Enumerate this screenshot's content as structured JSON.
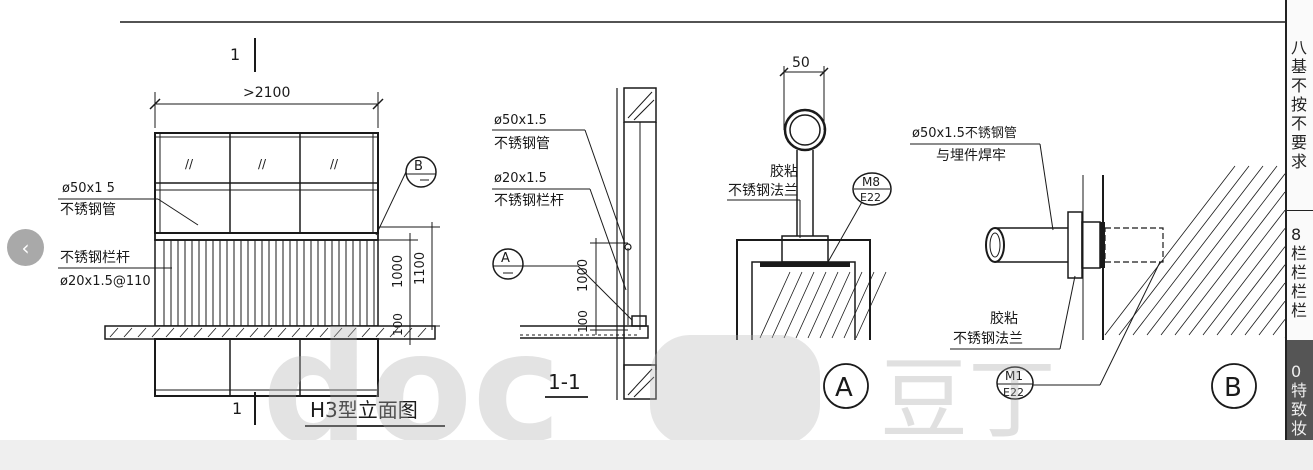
{
  "elevation": {
    "section_mark_top": "1",
    "section_mark_bottom": "1",
    "dim_width": ">2100",
    "tube_spec": "ø50x1 5",
    "tube_name": "不锈钢管",
    "baluster_name": "不锈钢栏杆",
    "baluster_spec": "ø20x1.5@110",
    "dim_1000": "1000",
    "dim_1100": "1100",
    "dim_100": "100",
    "glass_mark": "//",
    "callout_b_letter": "B",
    "title": "H3型立面图"
  },
  "section": {
    "tube_spec": "ø50x1.5",
    "tube_name": "不锈钢管",
    "rail_spec": "ø20x1.5",
    "rail_name": "不锈钢栏杆",
    "callout_a_letter": "A",
    "dim_1000": "1000",
    "dim_100": "100",
    "title": "1-1"
  },
  "detail_a": {
    "dim_50": "50",
    "glue": "胶粘",
    "flange": "不锈钢法兰",
    "bolt_top": "M8",
    "bolt_bottom": "E22",
    "label": "A"
  },
  "detail_b": {
    "tube_note": "ø50x1.5不锈钢管",
    "weld_note": "与埋件焊牢",
    "glue": "胶粘",
    "flange": "不锈钢法兰",
    "bolt_top": "M1",
    "bolt_bottom": "E22",
    "label": "B"
  },
  "watermark": {
    "brand": "doc",
    "chinese": "豆丁"
  },
  "right_panel": {
    "section1": "八基不按不要求",
    "section2": "8栏栏栏栏",
    "section3": "0特致妆"
  },
  "nav": {
    "prev": "‹"
  }
}
